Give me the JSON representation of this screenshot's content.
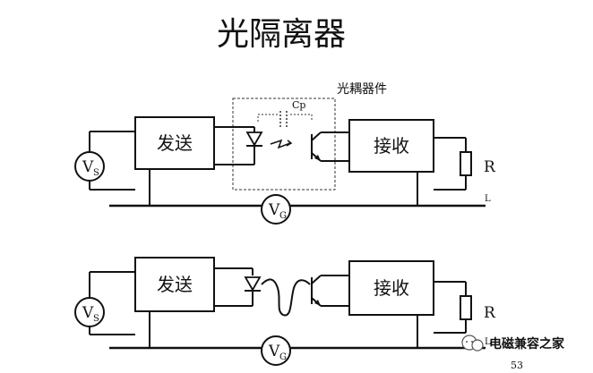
{
  "title": "光隔离器",
  "optocoupler_label": "光耦器件",
  "cp_label": "Cp",
  "top_circuit": {
    "sender_label": "发送",
    "receiver_label": "接收",
    "source_label": "V",
    "source_sub": "S",
    "ground_label": "V",
    "ground_sub": "G",
    "load_label": "R",
    "load_sub": "L"
  },
  "bottom_circuit": {
    "sender_label": "发送",
    "receiver_label": "接收",
    "source_label": "V",
    "source_sub": "S",
    "ground_label": "V",
    "ground_sub": "G",
    "load_label": "R",
    "load_sub": "L"
  },
  "watermark": "电磁兼容之家",
  "page_number": "53"
}
